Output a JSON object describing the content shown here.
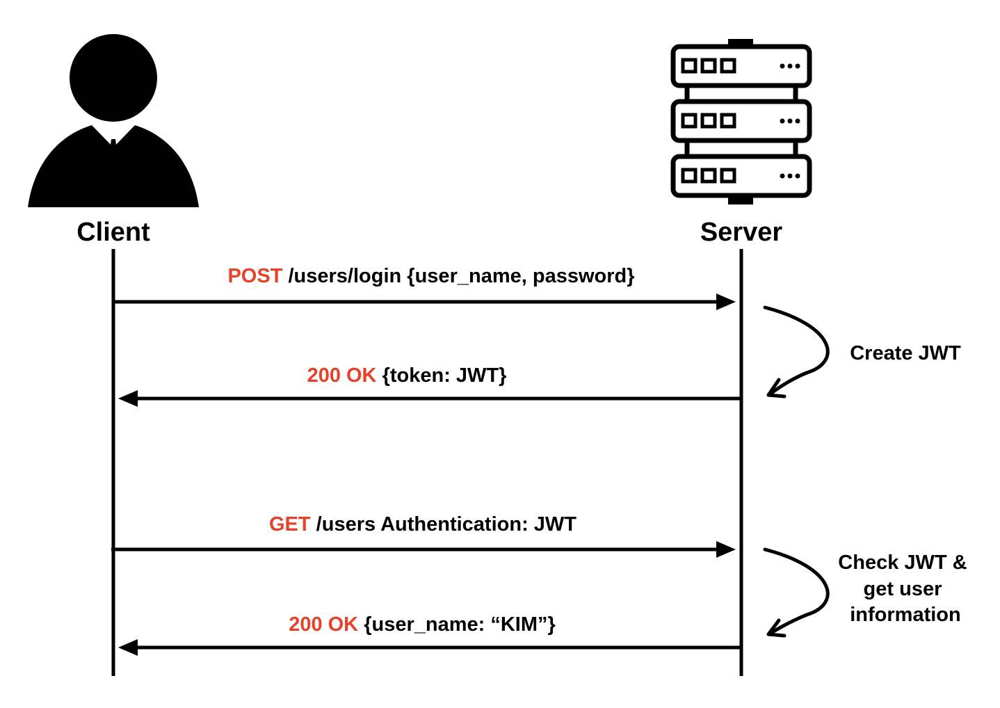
{
  "actors": {
    "client": {
      "label": "Client",
      "icon": "person-icon"
    },
    "server": {
      "label": "Server",
      "icon": "server-rack-icon"
    }
  },
  "messages": [
    {
      "verb": "POST",
      "text": " /users/login {user_name, password}",
      "direction": "client-to-server"
    },
    {
      "verb": "200 OK",
      "text": " {token: JWT}",
      "direction": "server-to-client"
    },
    {
      "verb": "GET",
      "text": " /users Authentication: JWT",
      "direction": "client-to-server"
    },
    {
      "verb": "200 OK",
      "text": " {user_name: “KIM”}",
      "direction": "server-to-client"
    }
  ],
  "notes": [
    {
      "lines": [
        "Create JWT"
      ]
    },
    {
      "lines": [
        "Check JWT &",
        "get user",
        "information"
      ]
    }
  ],
  "colors": {
    "verb": "#e8412a",
    "line": "#000000"
  }
}
